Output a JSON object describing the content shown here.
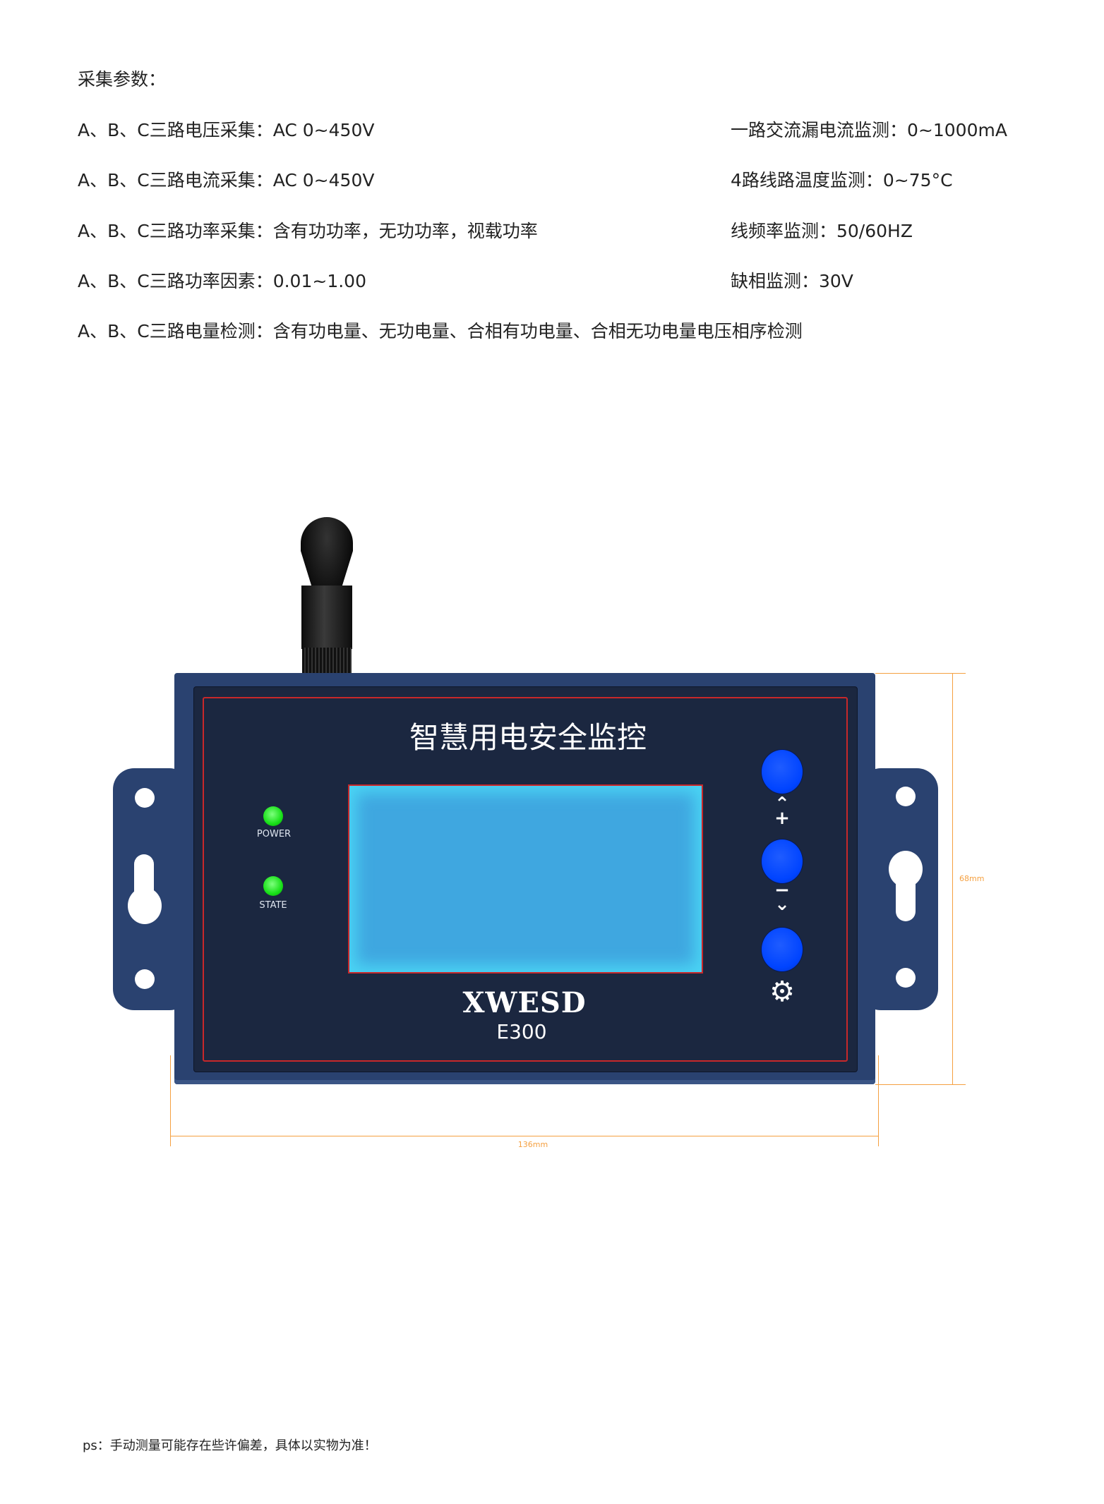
{
  "heading": "采集参数：",
  "specs_left": [
    "A、B、C三路电压采集：AC 0~450V",
    "A、B、C三路电流采集：AC 0~450V",
    "A、B、C三路功率采集：含有功功率，无功功率，视载功率",
    "A、B、C三路功率因素：0.01~1.00",
    "A、B、C三路电量检测：含有功电量、无功电量、合相有功电量、合相无功电量电压相序检测"
  ],
  "specs_right": [
    "一路交流漏电流监测：0~1000mA",
    "4路线路温度监测：0~75°C",
    "线频率监测：50/60HZ",
    "缺相监测：30V"
  ],
  "device": {
    "panel_title": "智慧用电安全监控",
    "led_power": "POWER",
    "led_state": "STATE",
    "brand": "XWESD",
    "model": "E300",
    "buttons": [
      "up-plus",
      "down-minus",
      "settings"
    ],
    "colors": {
      "body": "#2a4270",
      "panel": "#1b2740",
      "border": "#c8282a",
      "screen": "#3fa7e0",
      "button": "#0044ff",
      "led": "#18e018"
    }
  },
  "dimensions": {
    "height": "68mm",
    "width": "136mm",
    "color": "#f5a040"
  },
  "footer_note": "ps：手动测量可能存在些许偏差，具体以实物为准！"
}
